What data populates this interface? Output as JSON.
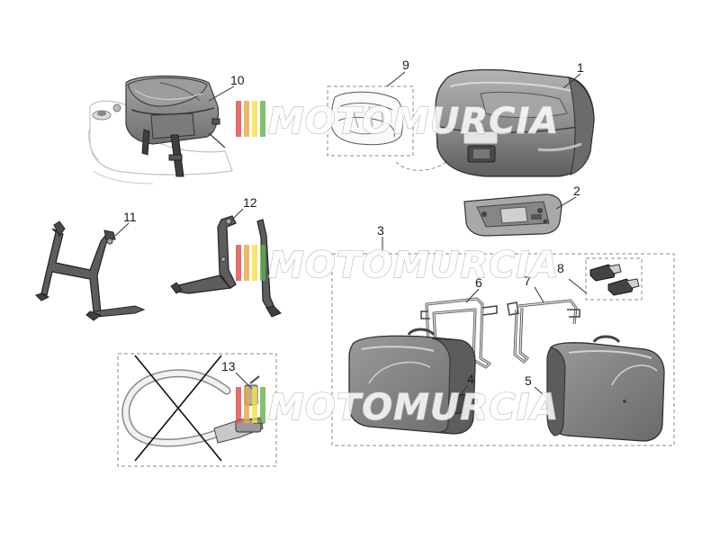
{
  "watermark": {
    "text": "MOTOMURCIA",
    "stripe_colors": [
      "#e24a4a",
      "#f0a640",
      "#f2e04a",
      "#63b24f"
    ]
  },
  "callouts": [
    {
      "id": "1",
      "label": "1"
    },
    {
      "id": "2",
      "label": "2"
    },
    {
      "id": "3",
      "label": "3"
    },
    {
      "id": "4",
      "label": "4"
    },
    {
      "id": "5",
      "label": "5"
    },
    {
      "id": "6",
      "label": "6"
    },
    {
      "id": "7",
      "label": "7"
    },
    {
      "id": "8",
      "label": "8"
    },
    {
      "id": "9",
      "label": "9"
    },
    {
      "id": "10",
      "label": "10"
    },
    {
      "id": "11",
      "label": "11"
    },
    {
      "id": "12",
      "label": "12"
    },
    {
      "id": "13",
      "label": "13"
    }
  ],
  "colors": {
    "case_body": "#8d8d8d",
    "case_dark": "#5c5c5c",
    "case_light": "#c4c4c4",
    "tank_line": "#bdbdbd",
    "cable_fill": "#f1f1f1"
  }
}
